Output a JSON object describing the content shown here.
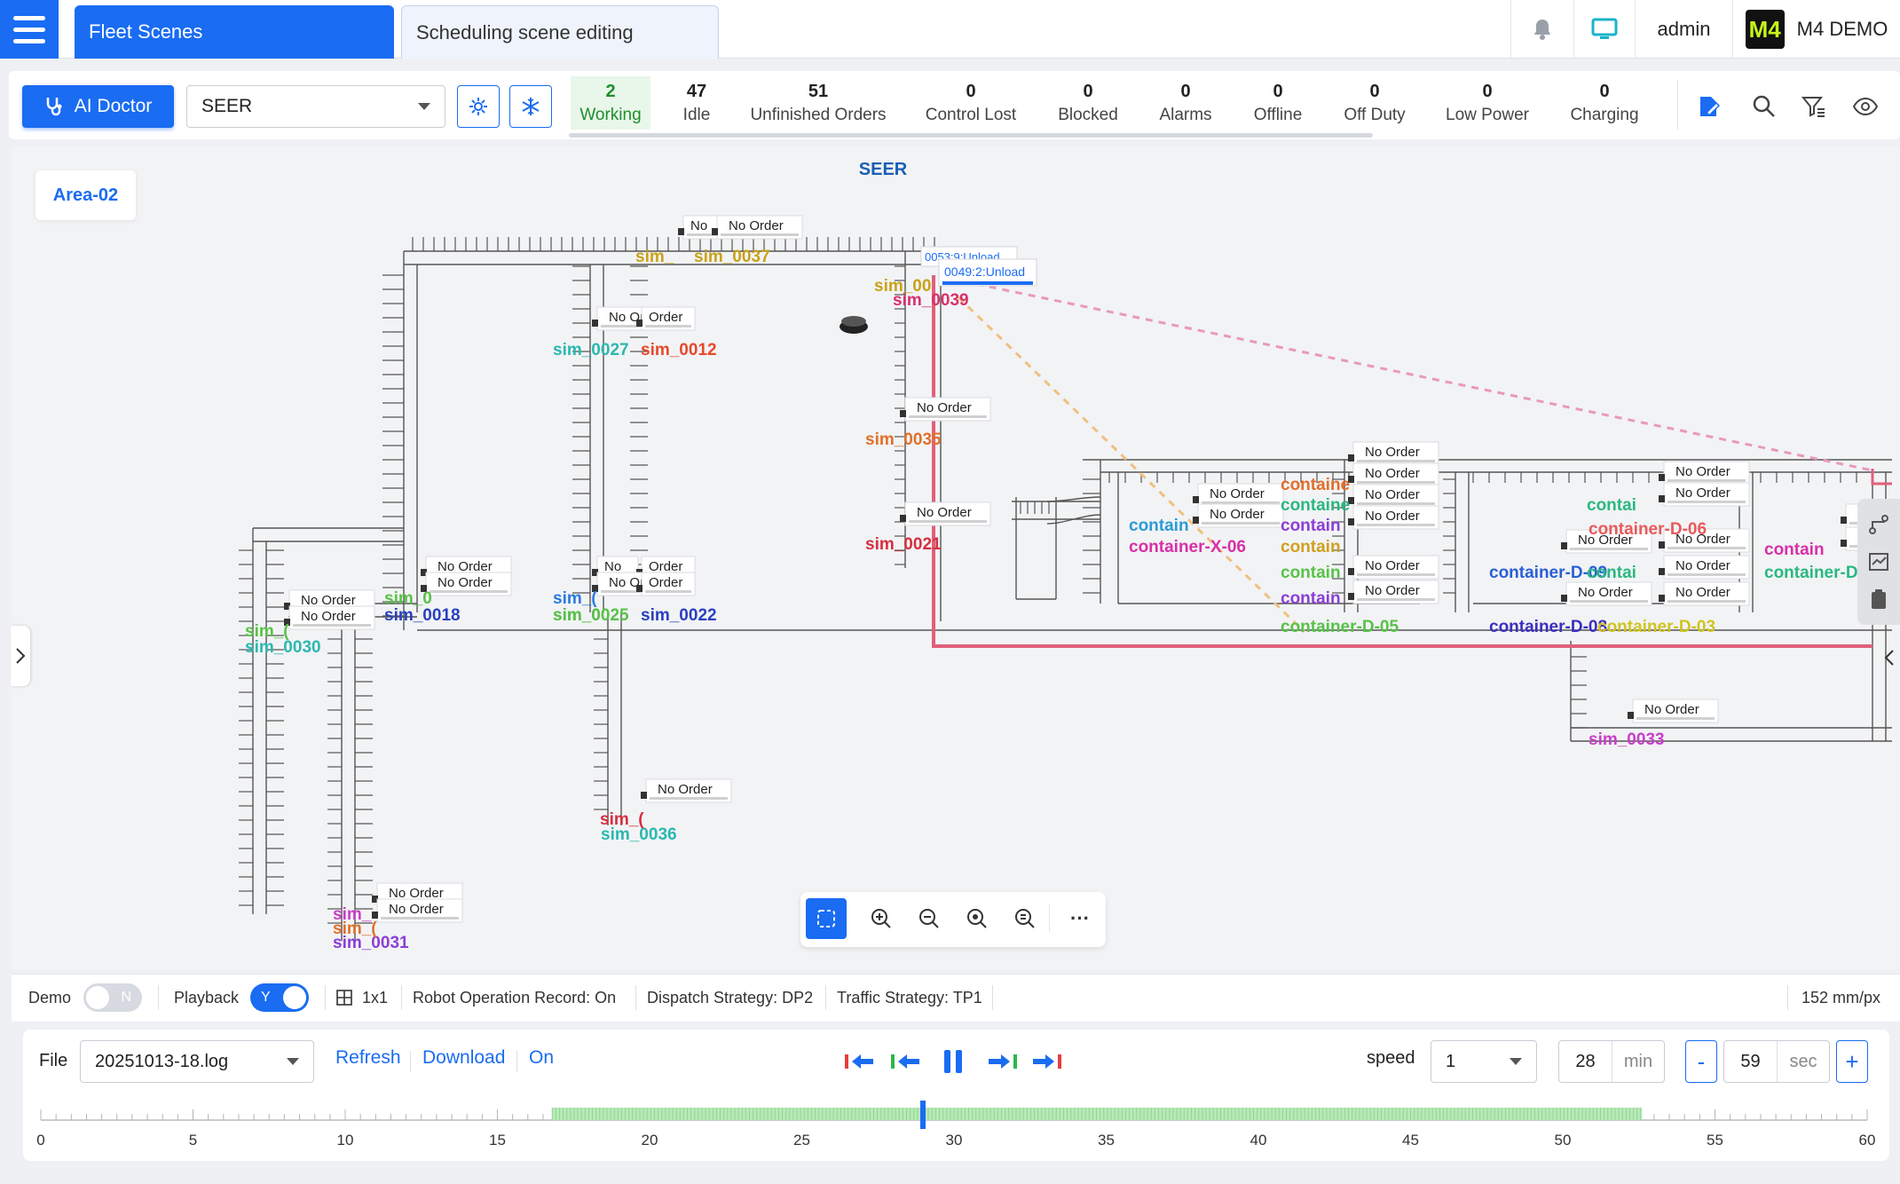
{
  "topbar": {
    "tabs": [
      {
        "label": "Fleet Scenes",
        "active": true
      },
      {
        "label": "Scheduling scene editing",
        "active": false
      }
    ],
    "user": "admin",
    "brand": "M4 DEMO",
    "brand_logo_text": "M4"
  },
  "toolbar": {
    "ai_doctor_label": "AI Doctor",
    "scene_select_value": "SEER",
    "stats": [
      {
        "value": "2",
        "label": "Working"
      },
      {
        "value": "47",
        "label": "Idle"
      },
      {
        "value": "51",
        "label": "Unfinished Orders"
      },
      {
        "value": "0",
        "label": "Control Lost"
      },
      {
        "value": "0",
        "label": "Blocked"
      },
      {
        "value": "0",
        "label": "Alarms"
      },
      {
        "value": "0",
        "label": "Offline"
      },
      {
        "value": "0",
        "label": "Off Duty"
      },
      {
        "value": "0",
        "label": "Low Power"
      },
      {
        "value": "0",
        "label": "Charging"
      }
    ]
  },
  "map": {
    "area": "Area-02",
    "title": "SEER",
    "no_order": "No Order",
    "no_order_short": "No",
    "order_tail": "Order",
    "task_labels": [
      "0053:9:Unload",
      "0049:2:Unload"
    ],
    "robots": [
      {
        "name": "sim_0037",
        "color": "#c8a218"
      },
      {
        "name": "sim_0039",
        "color": "#d9306b"
      },
      {
        "name": "sim_0012",
        "color": "#e8482b"
      },
      {
        "name": "sim_0027",
        "color": "#2ab8b0"
      },
      {
        "name": "sim_0035",
        "color": "#e0702a"
      },
      {
        "name": "sim_0021",
        "color": "#d62f3f"
      },
      {
        "name": "sim_0018",
        "color": "#2a3fbf"
      },
      {
        "name": "sim_0030",
        "color": "#2ab8b0"
      },
      {
        "name": "sim_0025",
        "color": "#58c248"
      },
      {
        "name": "sim_0022",
        "color": "#2a3fbf"
      },
      {
        "name": "sim_0036",
        "color": "#2ab8b0"
      },
      {
        "name": "sim_0031",
        "color": "#8b3fd6"
      },
      {
        "name": "sim_0033",
        "color": "#c83fc8"
      },
      {
        "name": "sim_",
        "color": "#c8a218"
      },
      {
        "name": "sim_00",
        "color": "#c8a218"
      },
      {
        "name": "sim_0",
        "color": "#58c248"
      },
      {
        "name": "sim_(",
        "color": "#58c248"
      },
      {
        "name": "sim_(",
        "color": "#2a7be0"
      },
      {
        "name": "sim_(",
        "color": "#d62f3f"
      },
      {
        "name": "sim_0",
        "color": "#58c248"
      },
      {
        "name": "sim_",
        "color": "#c83fc8"
      },
      {
        "name": "sim_(",
        "color": "#e0702a"
      }
    ],
    "containers": [
      {
        "name": "container-X-06",
        "color": "#d92fa8"
      },
      {
        "name": "container-D-05",
        "color": "#58c248"
      },
      {
        "name": "container-D-09",
        "color": "#2a5fd6"
      },
      {
        "name": "container-D-08",
        "color": "#3a2fbf"
      },
      {
        "name": "container-D-03",
        "color": "#d0c420"
      },
      {
        "name": "container-D-06",
        "color": "#e85a5a"
      },
      {
        "name": "contain",
        "color": "#2a9bd6"
      },
      {
        "name": "containe",
        "color": "#e0702a"
      },
      {
        "name": "containe",
        "color": "#2ab880"
      },
      {
        "name": "contain",
        "color": "#8b3fd6"
      },
      {
        "name": "contain",
        "color": "#d0a020"
      },
      {
        "name": "contain",
        "color": "#58c248"
      },
      {
        "name": "contain",
        "color": "#8b3fd6"
      },
      {
        "name": "contai",
        "color": "#2ab880"
      },
      {
        "name": "contai",
        "color": "#2ab880"
      },
      {
        "name": "contain",
        "color": "#d92fa8"
      },
      {
        "name": "container-D-0",
        "color": "#2ab880"
      }
    ],
    "zoom_more_label": "···"
  },
  "status_bar": {
    "demo_label": "Demo",
    "demo_toggle": "N",
    "playback_label": "Playback",
    "playback_toggle": "Y",
    "grid": "1x1",
    "robot_record": "Robot Operation Record: On",
    "dispatch": "Dispatch Strategy: DP2",
    "traffic": "Traffic Strategy: TP1",
    "scale": "152 mm/px"
  },
  "playback": {
    "file_label": "File",
    "file_value": "20251013-18.log",
    "refresh": "Refresh",
    "download": "Download",
    "on": "On",
    "speed_label": "speed",
    "speed_value": "1",
    "min_value": "28",
    "min_unit": "min",
    "sec_value": "59",
    "sec_unit": "sec",
    "minus": "-",
    "plus": "+",
    "timeline_ticks": [
      "0",
      "5",
      "10",
      "15",
      "20",
      "25",
      "30",
      "35",
      "40",
      "45",
      "50",
      "55",
      "60"
    ],
    "timeline_range_min": [
      0,
      60
    ],
    "recorded_range_min": [
      16.8,
      52.6
    ],
    "current_position_min": 28.98
  },
  "colors": {
    "accent": "#1a6cf2",
    "working": "#1e8f2b",
    "route": "#e0607a",
    "route_dotted": "#e89ab8",
    "route_dotted_orange": "#f0c080",
    "recorded": "#a6e0a6"
  }
}
